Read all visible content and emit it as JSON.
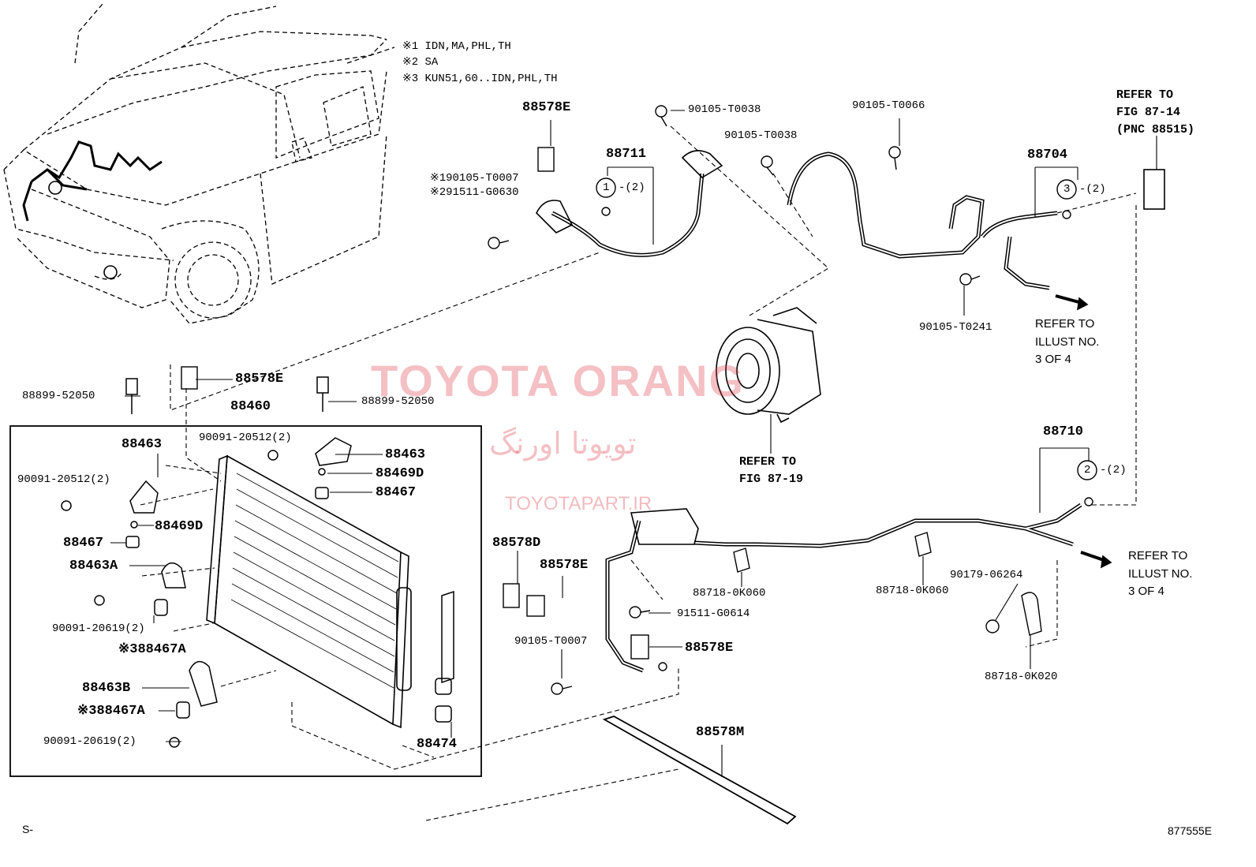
{
  "notes": [
    "※1 IDN,MA,PHL,TH",
    "※2 SA",
    "※3 KUN51,60..IDN,PHL,TH"
  ],
  "parts": {
    "p88578E_top": "88578E",
    "p88711": "88711",
    "p90105_T0038_a": "90105-T0038",
    "p90105_T0038_b": "90105-T0038",
    "p90105_T0066": "90105-T0066",
    "p88704": "88704",
    "p90105_T0007_alt": "※190105-T0007",
    "p91511_G0630": "※291511-G0630",
    "p90105_T0241": "90105-T0241",
    "p88578E_mid": "88578E",
    "p88899_left": "88899-52050",
    "p88899_right": "88899-52050",
    "p88460": "88460",
    "p88463_left": "88463",
    "p90091_20512_left": "90091-20512(2)",
    "p90091_20512_right": "90091-20512(2)",
    "p88463_right": "88463",
    "p88469D_right": "88469D",
    "p88467_right": "88467",
    "p88469D_left": "88469D",
    "p88467_left": "88467",
    "p88463A": "88463A",
    "p90091_20619_a": "90091-20619(2)",
    "p88467A_a": "※388467A",
    "p88463B": "88463B",
    "p88467A_b": "※388467A",
    "p90091_20619_b": "90091-20619(2)",
    "p88474": "88474",
    "p88578D": "88578D",
    "p88578E_lower": "88578E",
    "p91511_G0614": "91511-G0614",
    "p90105_T0007": "90105-T0007",
    "p88578E_bottom": "88578E",
    "p88718_0K060_a": "88718-0K060",
    "p88718_0K060_b": "88718-0K060",
    "p88710": "88710",
    "p90179_06264": "90179-06264",
    "p88718_0K020": "88718-0K020",
    "p88578M": "88578M"
  },
  "callouts": {
    "c1": "1",
    "c1_qty": "-(2)",
    "c3": "3",
    "c3_qty": "-(2)",
    "c2": "2",
    "c2_qty": "-(2)"
  },
  "refs": {
    "fig_87_14": "REFER TO\nFIG 87-14\n(PNC 88515)",
    "illust_top": "REFER TO\nILLUST NO.\n3 OF 4",
    "fig_87_19": "REFER TO\nFIG 87-19",
    "illust_bottom": "REFER TO\nILLUST NO.\n3 OF 4"
  },
  "watermark": {
    "latin": "TOYOTA ORANG",
    "persian": "تویوتا اورنگ",
    "url": "TOYOTAPART.IR"
  },
  "footer": {
    "left": "S-",
    "right": "877555E"
  },
  "colors": {
    "watermark": "#de3c46",
    "line": "#000000"
  }
}
